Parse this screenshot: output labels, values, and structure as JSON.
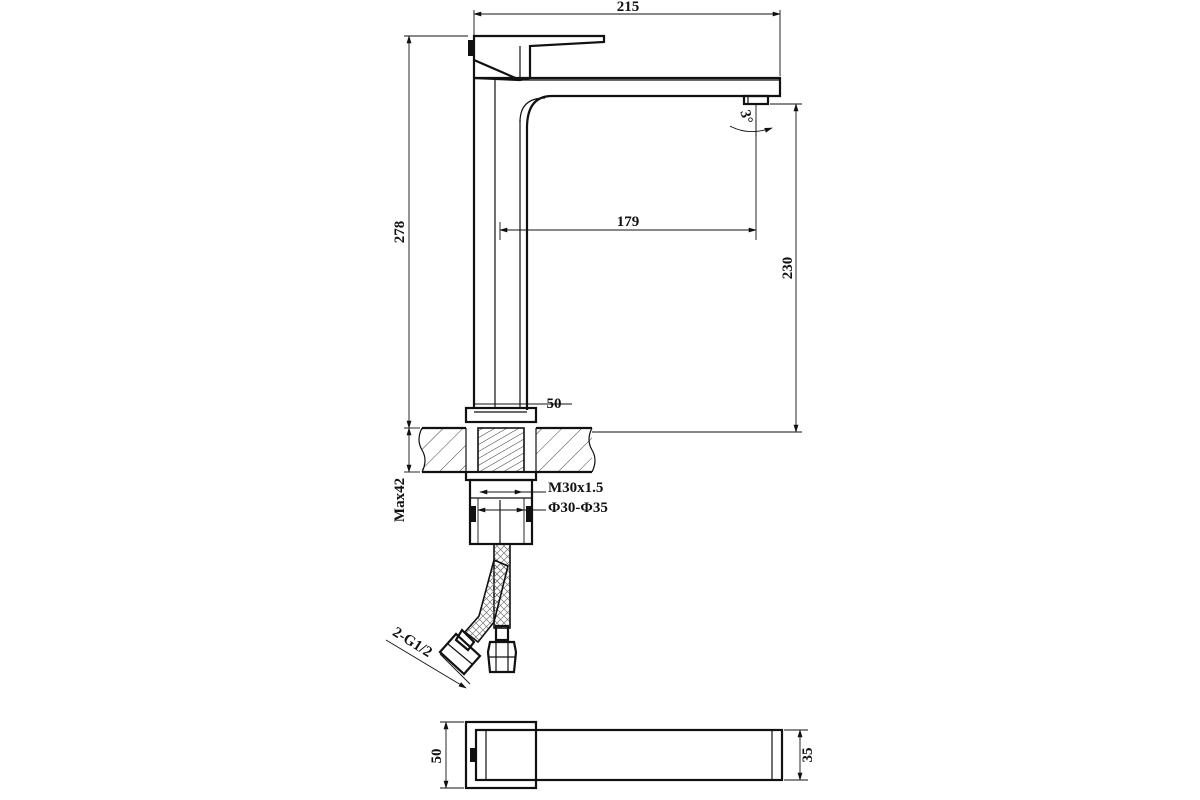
{
  "drawing": {
    "dimensions": {
      "overall_width": "215",
      "overall_height": "278",
      "reach": "179",
      "spout_height": "230",
      "base_width": "50",
      "thread": "M30x1.5",
      "hole_diameter": "Φ30-Φ35",
      "max_thickness": "Max42",
      "hose_connection": "2-G1/2",
      "top_view_width": "50",
      "top_view_depth": "35",
      "swivel_angle": "3°"
    }
  }
}
